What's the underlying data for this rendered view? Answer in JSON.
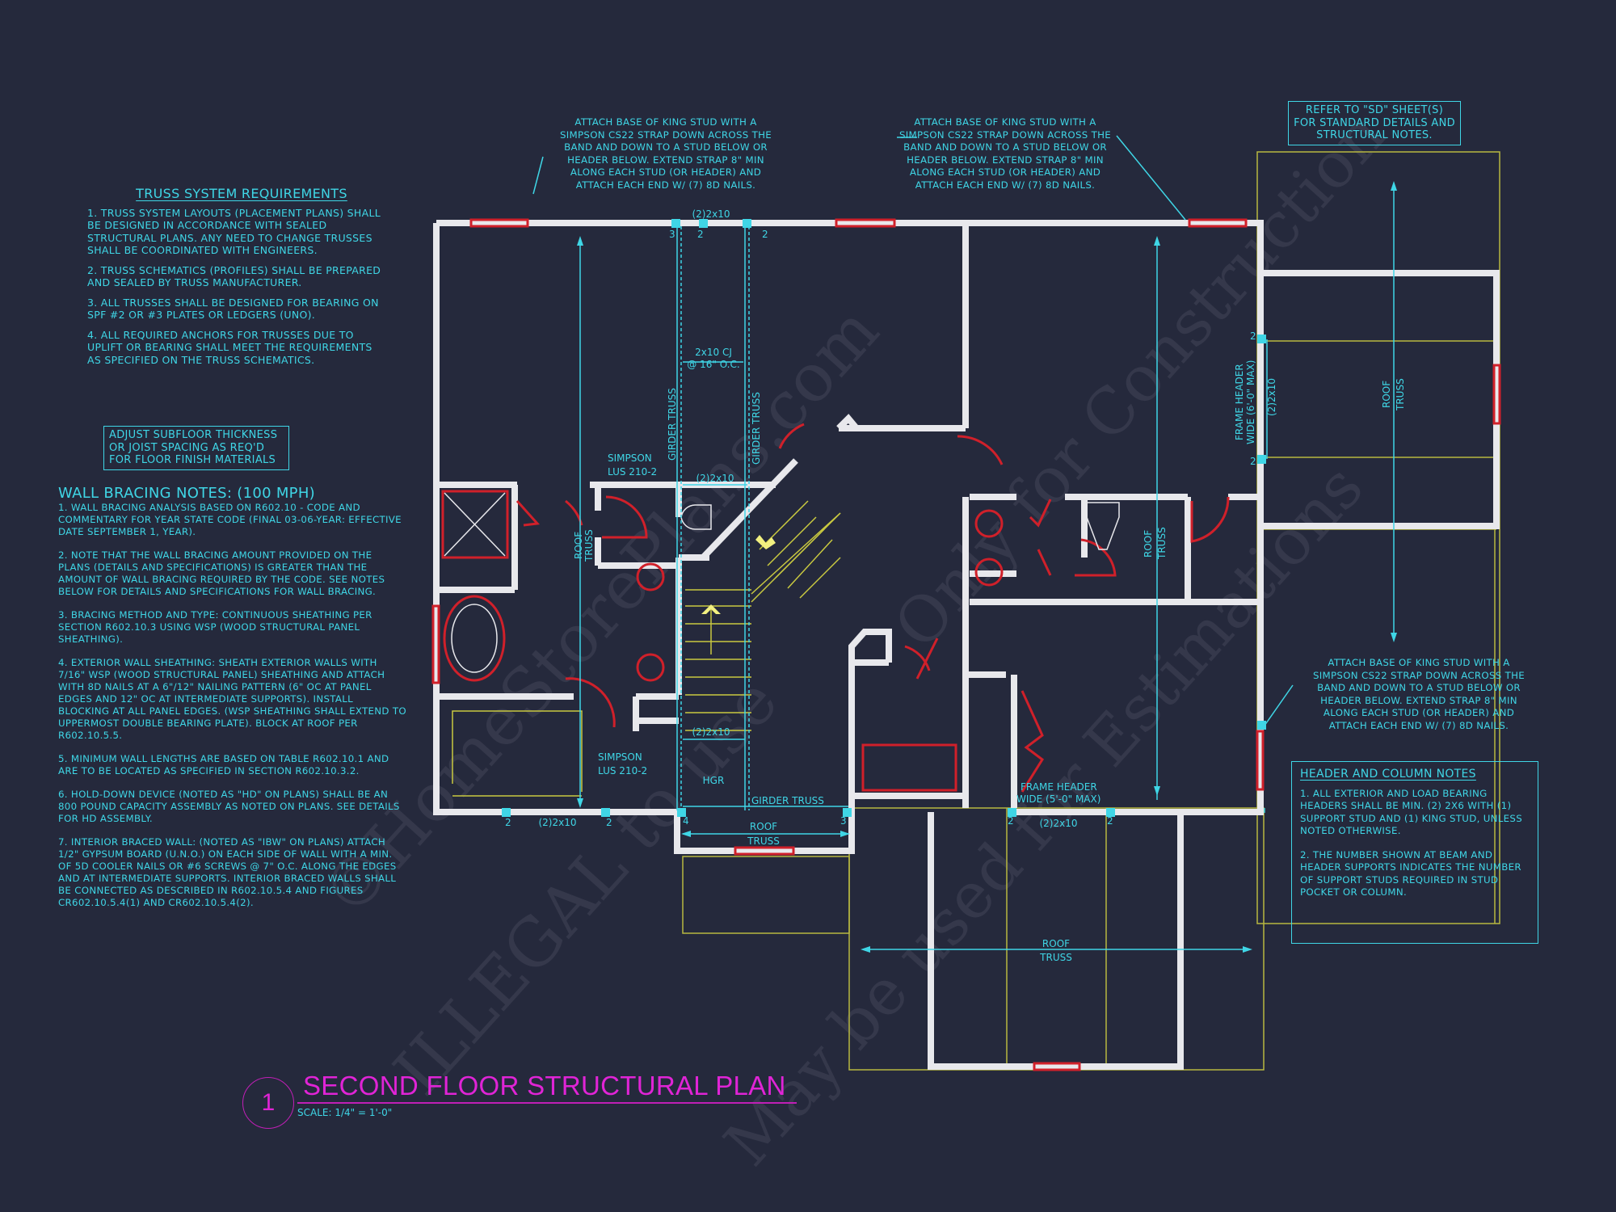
{
  "drawing": {
    "title": "SECOND FLOOR STRUCTURAL PLAN",
    "detail_number": "1",
    "scale": "SCALE: 1/4\"  = 1'-0\"",
    "colors": {
      "background": "#25293c",
      "annotation": "#3fd6e6",
      "walls": "#e8e8ec",
      "openings": "#d0202a",
      "outline": "#b8b840",
      "title": "#e024d6"
    }
  },
  "truss_notes": {
    "heading": "TRUSS SYSTEM REQUIREMENTS",
    "items": [
      "1. TRUSS SYSTEM LAYOUTS (PLACEMENT PLANS) SHALL BE DESIGNED IN ACCORDANCE WITH SEALED STRUCTURAL PLANS. ANY NEED TO CHANGE TRUSSES SHALL BE COORDINATED WITH ENGINEERS.",
      "2. TRUSS SCHEMATICS (PROFILES) SHALL BE PREPARED AND SEALED BY TRUSS MANUFACTURER.",
      "3. ALL TRUSSES SHALL BE DESIGNED FOR BEARING ON SPF #2 OR #3 PLATES OR LEDGERS (UNO).",
      "4. ALL REQUIRED ANCHORS FOR TRUSSES DUE TO UPLIFT OR BEARING SHALL MEET THE REQUIREMENTS AS SPECIFIED ON THE TRUSS SCHEMATICS."
    ]
  },
  "subfloor_note": "ADJUST SUBFLOOR THICKNESS OR JOIST SPACING AS REQ'D FOR FLOOR FINISH MATERIALS",
  "wall_bracing": {
    "heading": "WALL BRACING NOTES: (100 MPH)",
    "items": [
      "1. WALL BRACING ANALYSIS BASED ON R602.10 - CODE AND COMMENTARY FOR YEAR STATE CODE (FINAL 03-06-YEAR: EFFECTIVE DATE SEPTEMBER 1, YEAR).",
      "2. NOTE THAT THE WALL BRACING AMOUNT PROVIDED ON THE PLANS (DETAILS AND SPECIFICATIONS) IS GREATER THAN THE AMOUNT OF WALL BRACING REQUIRED BY THE CODE. SEE NOTES BELOW FOR DETAILS AND SPECIFICATIONS FOR WALL BRACING.",
      "3. BRACING METHOD AND TYPE: CONTINUOUS SHEATHING PER SECTION R602.10.3 USING WSP (WOOD STRUCTURAL PANEL SHEATHING).",
      "4. EXTERIOR WALL SHEATHING: SHEATH EXTERIOR WALLS WITH 7/16\" WSP (WOOD STRUCTURAL PANEL) SHEATHING AND ATTACH WITH 8d NAILS AT A 6\"/12\" NAILING PATTERN (6\" OC AT PANEL EDGES AND 12\" OC AT INTERMEDIATE SUPPORTS). INSTALL BLOCKING AT ALL PANEL EDGES. (WSP SHEATHING SHALL EXTEND TO UPPERMOST DOUBLE BEARING PLATE). BLOCK AT ROOF PER R602.10.5.5.",
      "5. MINIMUM WALL LENGTHS ARE BASED ON TABLE R602.10.1 AND ARE TO BE LOCATED AS SPECIFIED IN SECTION R602.10.3.2.",
      "6. HOLD-DOWN DEVICE (NOTED AS \"HD\" ON PLANS) SHALL BE AN 800 POUND CAPACITY ASSEMBLY AS NOTED ON PLANS. SEE DETAILS FOR HD ASSEMBLY.",
      "7. INTERIOR BRACED WALL: (NOTED AS \"IBW\" ON PLANS) ATTACH 1/2\" GYPSUM BOARD (U.N.O.) ON EACH SIDE OF WALL WITH A MIN. OF 5d COOLER NAILS OR #6 SCREWS @ 7\" O.C. ALONG THE EDGES AND AT INTERMEDIATE SUPPORTS. INTERIOR BRACED WALLS SHALL BE CONNECTED AS DESCRIBED IN R602.10.5.4 AND FIGURES CR602.10.5.4(1) AND CR602.10.5.4(2)."
    ]
  },
  "king_stud_note": "ATTACH BASE OF KING STUD WITH A SIMPSON CS22 STRAP DOWN ACROSS THE BAND AND DOWN TO A STUD BELOW OR HEADER BELOW. EXTEND STRAP 8\" MIN ALONG EACH STUD (OR HEADER) AND ATTACH EACH END W/ (7) 8d NAILS.",
  "sd_note": "REFER TO \"SD\" SHEET(S) FOR STANDARD DETAILS AND STRUCTURAL NOTES.",
  "header_notes": {
    "heading": "HEADER AND COLUMN NOTES",
    "items": [
      "1. ALL EXTERIOR AND LOAD BEARING HEADERS SHALL BE MIN. (2) 2x6 WITH (1) SUPPORT STUD AND (1) KING STUD, UNLESS NOTED OTHERWISE.",
      "2. THE NUMBER SHOWN AT BEAM AND HEADER SUPPORTS INDICATES THE NUMBER OF SUPPORT STUDS REQUIRED IN STUD POCKET OR COLUMN."
    ]
  },
  "plan_labels": {
    "header_2x10": "(2)2x10",
    "cj": "2x10 CJ",
    "cj_spacing": "@ 16\" O.C.",
    "girder_truss": "GIRDER TRUSS",
    "simpson": "SIMPSON",
    "lus": "LUS 210-2",
    "hgr": "HGR",
    "roof": "ROOF",
    "truss": "TRUSS",
    "frame_header_6": "FRAME HEADER",
    "frame_header_6b": "WIDE (6'-0\" MAX)",
    "frame_header_5": "FRAME HEADER",
    "frame_header_5b": "WIDE (5'-0\" MAX)",
    "stud_2": "2",
    "stud_3": "3",
    "stud_4": "4"
  },
  "watermark": [
    "©HomeStorePlans.com",
    "Only for Construction",
    "ILLEGAL to use",
    "May be used for Estimations"
  ]
}
